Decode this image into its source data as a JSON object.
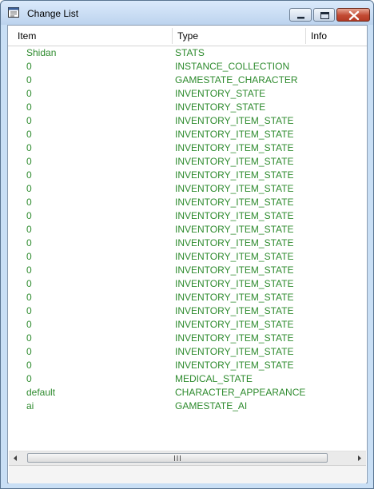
{
  "window": {
    "title": "Change List",
    "icon": "app-window-icon"
  },
  "caption_buttons": {
    "minimize": "minimize-icon",
    "maximize": "maximize-icon",
    "close": "close-icon"
  },
  "columns": {
    "item": "Item",
    "type": "Type",
    "info": "Info"
  },
  "rows": [
    {
      "item": "Shidan",
      "type": "STATS",
      "info": ""
    },
    {
      "item": "0",
      "type": "INSTANCE_COLLECTION",
      "info": ""
    },
    {
      "item": "0",
      "type": "GAMESTATE_CHARACTER",
      "info": ""
    },
    {
      "item": "0",
      "type": "INVENTORY_STATE",
      "info": ""
    },
    {
      "item": "0",
      "type": "INVENTORY_STATE",
      "info": ""
    },
    {
      "item": "0",
      "type": "INVENTORY_ITEM_STATE",
      "info": ""
    },
    {
      "item": "0",
      "type": "INVENTORY_ITEM_STATE",
      "info": ""
    },
    {
      "item": "0",
      "type": "INVENTORY_ITEM_STATE",
      "info": ""
    },
    {
      "item": "0",
      "type": "INVENTORY_ITEM_STATE",
      "info": ""
    },
    {
      "item": "0",
      "type": "INVENTORY_ITEM_STATE",
      "info": ""
    },
    {
      "item": "0",
      "type": "INVENTORY_ITEM_STATE",
      "info": ""
    },
    {
      "item": "0",
      "type": "INVENTORY_ITEM_STATE",
      "info": ""
    },
    {
      "item": "0",
      "type": "INVENTORY_ITEM_STATE",
      "info": ""
    },
    {
      "item": "0",
      "type": "INVENTORY_ITEM_STATE",
      "info": ""
    },
    {
      "item": "0",
      "type": "INVENTORY_ITEM_STATE",
      "info": ""
    },
    {
      "item": "0",
      "type": "INVENTORY_ITEM_STATE",
      "info": ""
    },
    {
      "item": "0",
      "type": "INVENTORY_ITEM_STATE",
      "info": ""
    },
    {
      "item": "0",
      "type": "INVENTORY_ITEM_STATE",
      "info": ""
    },
    {
      "item": "0",
      "type": "INVENTORY_ITEM_STATE",
      "info": ""
    },
    {
      "item": "0",
      "type": "INVENTORY_ITEM_STATE",
      "info": ""
    },
    {
      "item": "0",
      "type": "INVENTORY_ITEM_STATE",
      "info": ""
    },
    {
      "item": "0",
      "type": "INVENTORY_ITEM_STATE",
      "info": ""
    },
    {
      "item": "0",
      "type": "INVENTORY_ITEM_STATE",
      "info": ""
    },
    {
      "item": "0",
      "type": "INVENTORY_ITEM_STATE",
      "info": ""
    },
    {
      "item": "0",
      "type": "MEDICAL_STATE",
      "info": ""
    },
    {
      "item": "default",
      "type": "CHARACTER_APPEARANCE",
      "info": ""
    },
    {
      "item": "ai",
      "type": "GAMESTATE_AI",
      "info": ""
    }
  ],
  "scrollbar": {
    "left_icon": "scroll-left-arrow-icon",
    "right_icon": "scroll-right-arrow-icon",
    "grip_label": "III"
  },
  "status": {
    "text": ""
  },
  "colors": {
    "row_text": "#2e8b2e",
    "close_button": "#c24a33",
    "title_bar": "#c9dff5"
  }
}
